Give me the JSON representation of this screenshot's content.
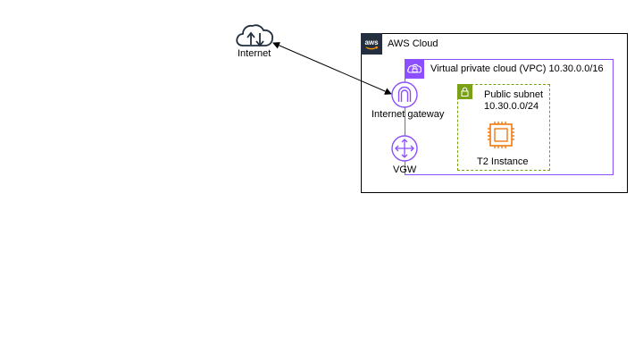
{
  "internet": {
    "label": "Internet"
  },
  "aws_cloud": {
    "label": "AWS Cloud",
    "logo_text": "aws"
  },
  "vpc": {
    "label": "Virtual private cloud (VPC) 10.30.0.0/16"
  },
  "internet_gateway": {
    "label": "Internet gateway"
  },
  "vgw": {
    "label": "VGW"
  },
  "subnet": {
    "label_line1": "Public subnet",
    "label_line2": "10.30.0.0/24"
  },
  "instance": {
    "label": "T2 Instance"
  },
  "colors": {
    "aws_border": "#000000",
    "vpc_purple": "#8C4FFF",
    "subnet_green": "#7AA116",
    "ec2_orange": "#ED7100",
    "aws_logo_bg": "#232F3E"
  },
  "icons": [
    "cloud-icon",
    "aws-logo-icon",
    "vpc-icon",
    "internet-gateway-icon",
    "vgw-icon",
    "lock-icon",
    "ec2-instance-icon"
  ]
}
